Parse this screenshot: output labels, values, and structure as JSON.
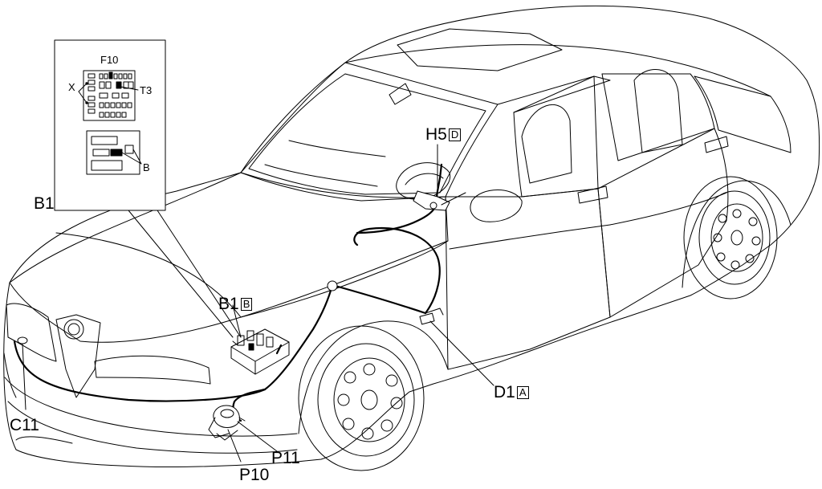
{
  "labels": {
    "b1_inset": "B1",
    "b1_main": "B1",
    "b1_main_box": "B",
    "h5": "H5",
    "h5_box": "D",
    "d1": "D1",
    "d1_box": "A",
    "c11": "C11",
    "p10": "P10",
    "p11": "P11"
  },
  "inset": {
    "f10": "F10",
    "x": "X",
    "t3": "T3",
    "b": "B"
  },
  "colors": {
    "line": "#000000",
    "background": "#ffffff"
  }
}
